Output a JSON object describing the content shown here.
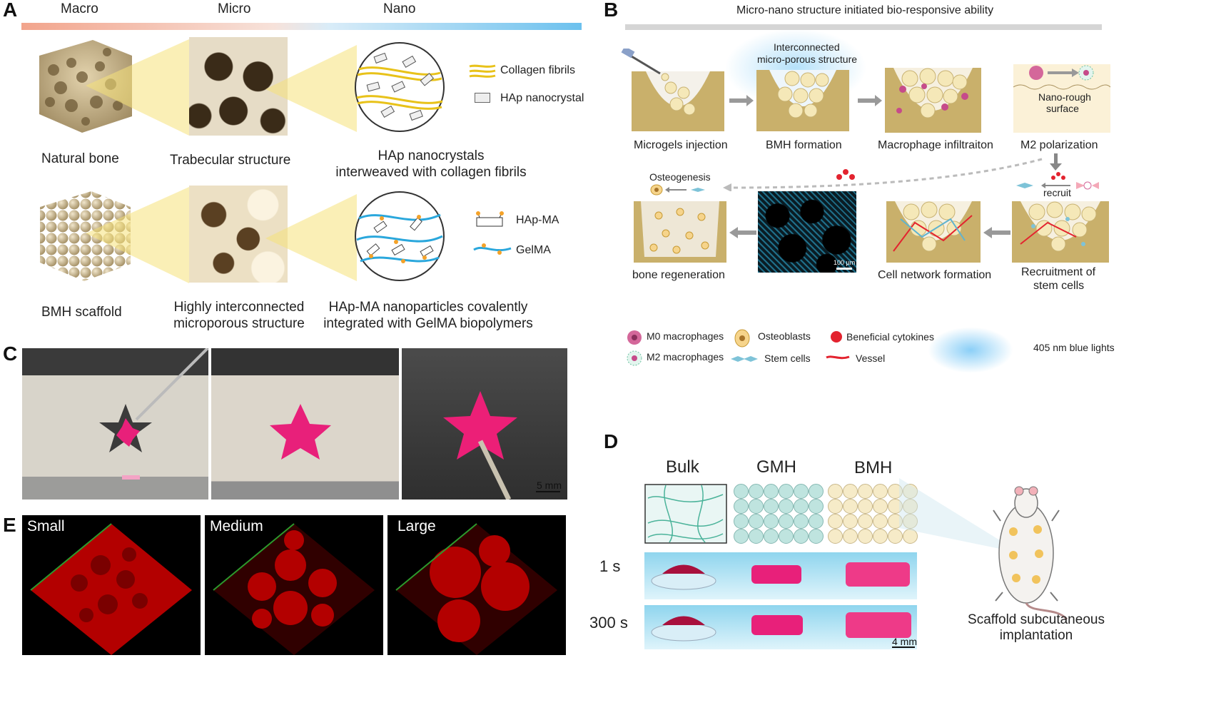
{
  "panelA": {
    "letter": "A",
    "scale_macro": "Macro",
    "scale_micro": "Micro",
    "scale_nano": "Nano",
    "natural_bone": "Natural bone",
    "trabecular": "Trabecular structure",
    "hap_collagen_1": "HAp nanocrystals",
    "hap_collagen_2": "interweaved with collagen fibrils",
    "legend_collagen": "Collagen fibrils",
    "legend_hap": "HAp nanocrystal",
    "bmh_scaffold": "BMH scaffold",
    "interconnected_1": "Highly interconnected",
    "interconnected_2": "microporous structure",
    "hapma_1": "HAp-MA nanoparticles covalently",
    "hapma_2": "integrated with GelMA biopolymers",
    "legend_hapma": "HAp-MA",
    "legend_gelma": "GelMA"
  },
  "panelB": {
    "letter": "B",
    "title": "Micro-nano structure initiated bio-responsive ability",
    "interconnected_1": "Interconnected",
    "interconnected_2": "micro-porous structure",
    "nano_rough_1": "Nano-rough",
    "nano_rough_2": "surface",
    "step1": "Microgels injection",
    "step2": "BMH formation",
    "step3": "Macrophage infiltraiton",
    "step4": "M2 polarization",
    "osteogenesis": "Osteogenesis",
    "recruit": "recruit",
    "scale": "100 µm",
    "step5": "bone regeneration",
    "step6": "Cell network formation",
    "step7_1": "Recruitment of",
    "step7_2": "stem cells",
    "legend": {
      "m0": "M0 macrophages",
      "osteoblasts": "Osteoblasts",
      "cytokines": "Beneficial cytokines",
      "light": "405 nm blue lights",
      "m2": "M2 macrophages",
      "stem": "Stem cells",
      "vessel": "Vessel"
    }
  },
  "panelC": {
    "letter": "C",
    "scale": "5 mm"
  },
  "panelD": {
    "letter": "D",
    "bulk": "Bulk",
    "gmh": "GMH",
    "bmh": "BMH",
    "t1": "1 s",
    "t2": "300 s",
    "scale": "4 mm",
    "caption_1": "Scaffold subcutaneous",
    "caption_2": "implantation"
  },
  "panelE": {
    "letter": "E",
    "small": "Small",
    "medium": "Medium",
    "large": "Large"
  },
  "colors": {
    "bone": "#c9b48a",
    "collagen": "#e8c21a",
    "gelma": "#2aa7dc",
    "pink": "#e8207a",
    "confocal": "#b30000",
    "gmh": "#bfe4df",
    "bmh": "#f6ebc8"
  }
}
